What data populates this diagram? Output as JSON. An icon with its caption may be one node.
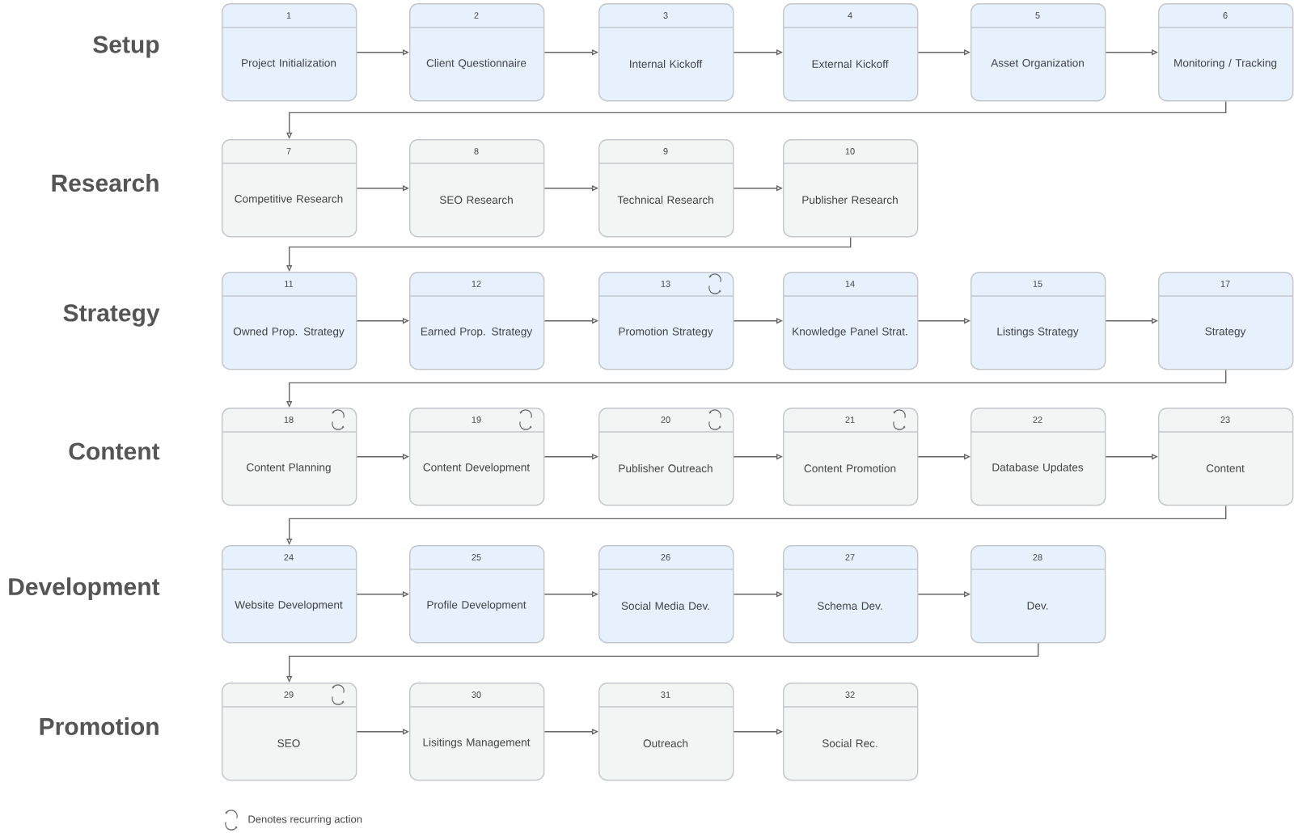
{
  "diagram": {
    "nodes": [
      {
        "text": [
          "1",
          "Project Initialization"
        ]
      },
      {
        "text": [
          "2",
          "Client Questionnaire"
        ]
      },
      {
        "text": [
          "3",
          "Internal Kickoff"
        ]
      },
      {
        "text": [
          "4",
          "External Kickoff"
        ]
      },
      {
        "text": [
          "5",
          "Asset Organization"
        ]
      },
      {
        "text": [
          "6",
          "Monitoring / Tracking"
        ]
      },
      {
        "text": [
          "7",
          "Competitive Research"
        ]
      },
      {
        "text": [
          "8",
          "SEO Research"
        ]
      },
      {
        "text": [
          "9",
          "Technical Research"
        ]
      },
      {
        "text": [
          "10",
          "Publisher Research"
        ]
      },
      {
        "text": [
          "11",
          "Owned Prop. Strategy"
        ]
      },
      {
        "text": [
          "12",
          "Earned Prop. Strategy"
        ]
      },
      {
        "text": [
          "13",
          "Promotion Strategy"
        ]
      },
      {
        "text": [
          "14",
          "Knowledge Panel Strat."
        ]
      },
      {
        "text": [
          "15",
          "Listings Strategy"
        ]
      },
      {
        "text": [
          "17",
          "Strategy"
        ]
      },
      {
        "text": [
          "18",
          "Content Planning"
        ]
      },
      {
        "text": [
          "19",
          "Content Development"
        ]
      },
      {
        "text": [
          "20",
          "Publisher Outreach"
        ]
      },
      {
        "text": [
          "21",
          "Content Promotion"
        ]
      },
      {
        "text": [
          "22",
          "Database Updates"
        ]
      },
      {
        "text": [
          "23",
          "Content"
        ]
      },
      {
        "text": [
          "24",
          "Website Development"
        ]
      },
      {
        "text": [
          "25",
          "Profile Development"
        ]
      },
      {
        "text": [
          "26",
          "Social Media Dev."
        ]
      },
      {
        "text": [
          "27",
          "Schema Dev."
        ]
      },
      {
        "text": [
          "28",
          "Dev."
        ]
      },
      {
        "text": [
          "29",
          "SEO"
        ]
      },
      {
        "text": [
          "30",
          "Lisitings Management"
        ]
      },
      {
        "text": [
          "31",
          "Outreach"
        ]
      },
      {
        "text": [
          "32",
          "Social Rec."
        ]
      }
    ],
    "edges": [
      {
        "from": 0,
        "to": 1,
        "arrow": "to"
      },
      {
        "from": 1,
        "to": 2,
        "arrow": "to"
      },
      {
        "from": 2,
        "to": 3,
        "arrow": "to"
      },
      {
        "from": 3,
        "to": 4,
        "arrow": "to"
      },
      {
        "from": 4,
        "to": 5,
        "arrow": "to"
      },
      {
        "from": 5,
        "to": 6,
        "arrow": "to"
      },
      {
        "from": 6,
        "to": 7,
        "arrow": "to"
      },
      {
        "from": 7,
        "to": 8,
        "arrow": "to"
      },
      {
        "from": 8,
        "to": 9,
        "arrow": "to"
      },
      {
        "from": 9,
        "to": 10,
        "arrow": "to"
      },
      {
        "from": 10,
        "to": 11,
        "arrow": "to"
      },
      {
        "from": 11,
        "to": 12,
        "arrow": "to"
      },
      {
        "from": 12,
        "to": 13,
        "arrow": "to"
      },
      {
        "from": 13,
        "to": 14,
        "arrow": "to"
      },
      {
        "from": 14,
        "to": 15,
        "arrow": "to"
      },
      {
        "from": 15,
        "to": 16,
        "arrow": "to"
      },
      {
        "from": 16,
        "to": 17,
        "arrow": "to"
      },
      {
        "from": 17,
        "to": 18,
        "arrow": "to"
      },
      {
        "from": 18,
        "to": 19,
        "arrow": "to"
      },
      {
        "from": 19,
        "to": 20,
        "arrow": "to"
      },
      {
        "from": 20,
        "to": 21,
        "arrow": "to"
      },
      {
        "from": 21,
        "to": 22,
        "arrow": "to"
      },
      {
        "from": 22,
        "to": 23,
        "arrow": "to"
      },
      {
        "from": 23,
        "to": 24,
        "arrow": "to"
      },
      {
        "from": 24,
        "to": 25,
        "arrow": "to"
      },
      {
        "from": 25,
        "to": 26,
        "arrow": "to"
      },
      {
        "from": 26,
        "to": 27,
        "arrow": "to"
      },
      {
        "from": 27,
        "to": 28,
        "arrow": "to"
      },
      {
        "from": 28,
        "to": 29,
        "arrow": "to"
      },
      {
        "from": 29,
        "to": 30,
        "arrow": "to"
      }
    ],
    "labels": [
      "Setup",
      "Research",
      "Strategy",
      "Content",
      "Development",
      "Promotion"
    ],
    "legend": [
      {
        "text": "Denotes recurring action"
      }
    ]
  }
}
